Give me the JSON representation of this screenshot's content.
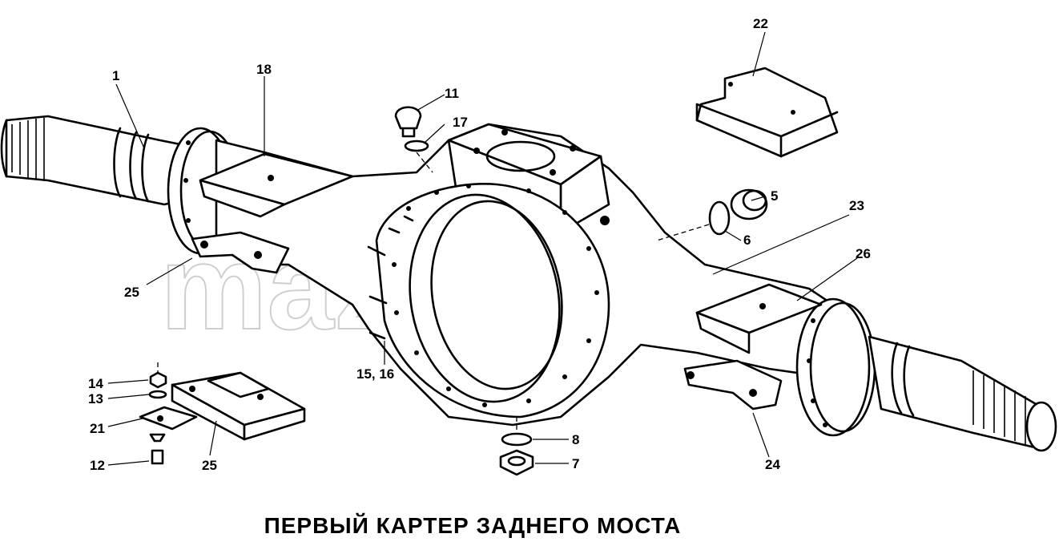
{
  "watermark": "mazik.by",
  "title": "ПЕРВЫЙ КАРТЕР ЗАДНЕГО МОСТА",
  "callouts": {
    "c1": "1",
    "c18": "18",
    "c11": "11",
    "c17": "17",
    "c22": "22",
    "c5": "5",
    "c23": "23",
    "c6": "6",
    "c26": "26",
    "c25a": "25",
    "c15_16": "15, 16",
    "c14": "14",
    "c13": "13",
    "c21": "21",
    "c12": "12",
    "c25b": "25",
    "c8": "8",
    "c7": "7",
    "c24": "24"
  }
}
